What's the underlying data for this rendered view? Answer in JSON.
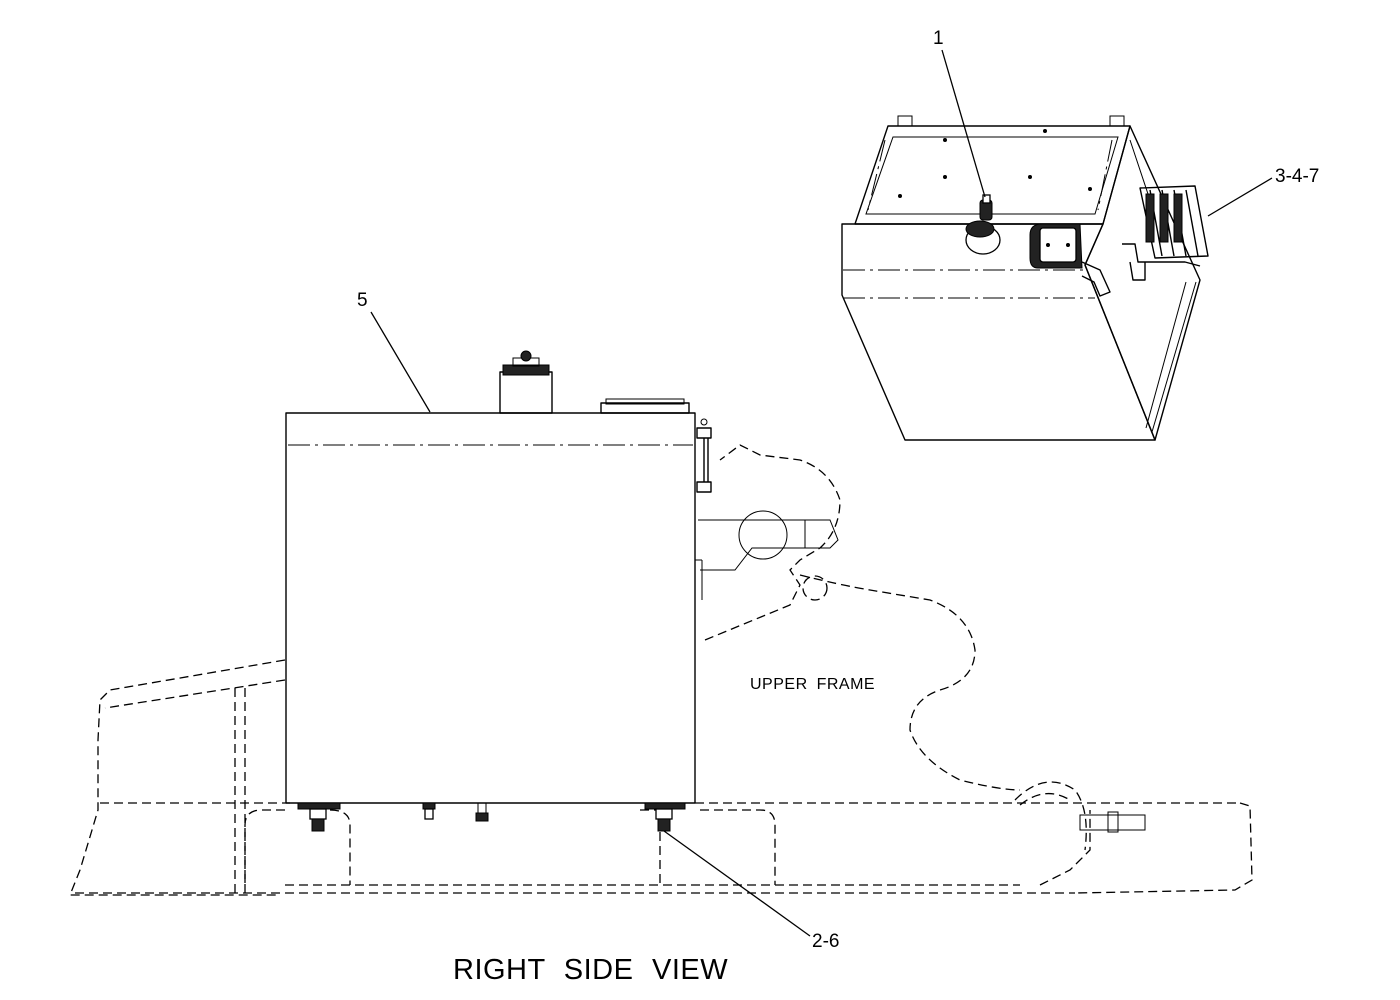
{
  "callouts": {
    "c1": "1",
    "c347": "3-4-7",
    "c5": "5",
    "c26": "2-6"
  },
  "labels": {
    "upper_frame": "UPPER FRAME",
    "view_title": "RIGHT SIDE VIEW"
  }
}
